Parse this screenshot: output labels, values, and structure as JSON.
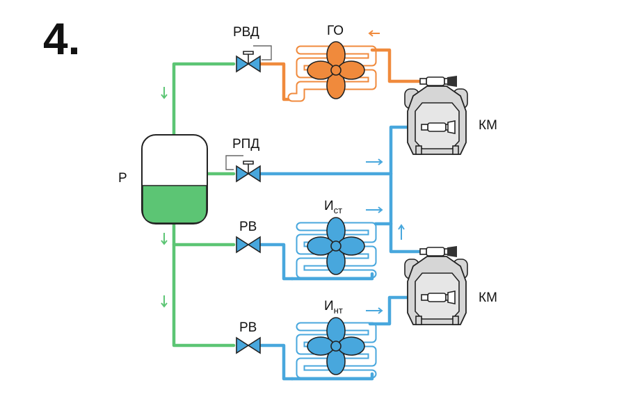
{
  "figure_number": "4.",
  "labels": {
    "receiver": "Р",
    "high_pressure_regulator": "РВД",
    "gas_cooler": "ГО",
    "differential_regulator": "РПД",
    "compressor_top": "КМ",
    "compressor_bottom": "КМ",
    "expansion_valve_1": "РВ",
    "expansion_valve_2": "РВ",
    "evaporator_mt_base": "И",
    "evaporator_mt_sub": "ст",
    "evaporator_lt_base": "И",
    "evaporator_lt_sub": "нт"
  },
  "colors": {
    "liquid_line": "#5cc574",
    "suction_line": "#48a7dd",
    "discharge_line": "#f08a3c",
    "receiver_liquid": "#5cc574",
    "compressor_body": "#d6d6d6"
  },
  "icons": {
    "valve": "valve-icon",
    "fan": "fan-icon",
    "compressor": "compressor-icon",
    "arrow": "flow-arrow-icon"
  }
}
